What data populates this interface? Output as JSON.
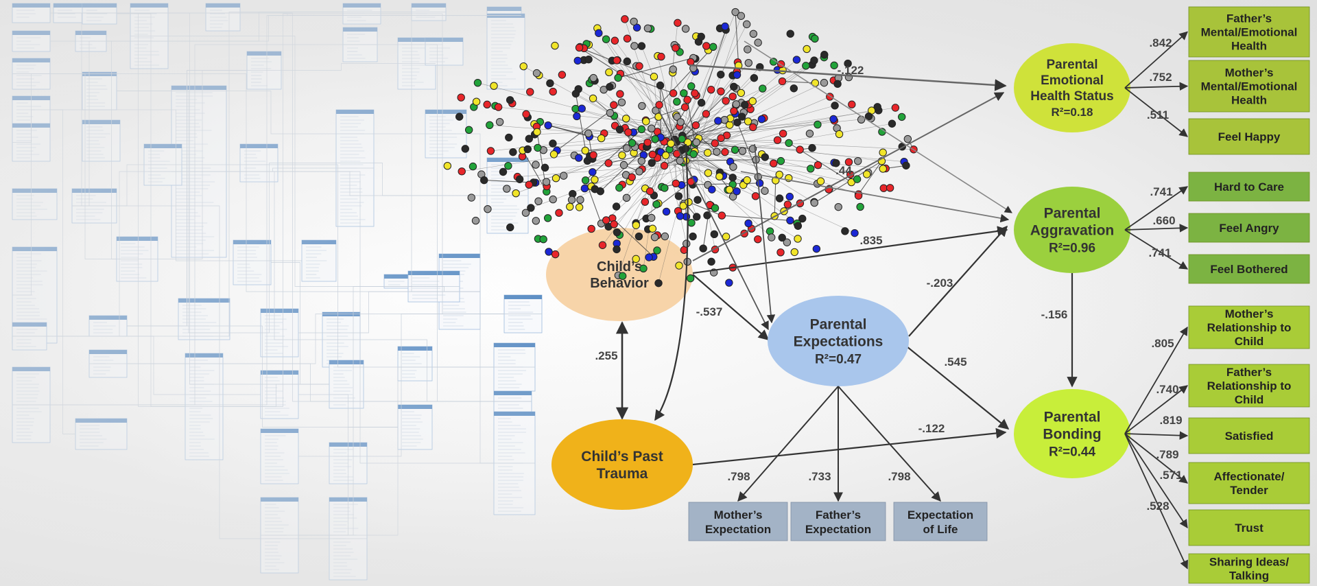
{
  "diagram": {
    "latent_constructs": [
      {
        "id": "emotional",
        "lines": [
          "Parental",
          "Emotional",
          "Health Status"
        ],
        "r2": "R²=0.18"
      },
      {
        "id": "aggravation",
        "lines": [
          "Parental",
          "Aggravation"
        ],
        "r2": "R²=0.96"
      },
      {
        "id": "bonding",
        "lines": [
          "Parental",
          "Bonding"
        ],
        "r2": "R²=0.44"
      },
      {
        "id": "expectations",
        "lines": [
          "Parental",
          "Expectations"
        ],
        "r2": "R²=0.47"
      },
      {
        "id": "behavior",
        "lines": [
          "Child’s",
          "Behavior"
        ],
        "r2": ""
      },
      {
        "id": "trauma",
        "lines": [
          "Child’s Past",
          "Trauma"
        ],
        "r2": ""
      }
    ],
    "indicators_right": [
      {
        "group": "emotional",
        "lines": [
          "Father’s",
          "Mental/Emotional",
          "Health"
        ],
        "loading": ".842"
      },
      {
        "group": "emotional",
        "lines": [
          "Mother’s",
          "Mental/Emotional",
          "Health"
        ],
        "loading": ".752"
      },
      {
        "group": "emotional",
        "lines": [
          "Feel Happy"
        ],
        "loading": ".511"
      },
      {
        "group": "aggravation",
        "lines": [
          "Hard to Care"
        ],
        "loading": ".741"
      },
      {
        "group": "aggravation",
        "lines": [
          "Feel Angry"
        ],
        "loading": ".660"
      },
      {
        "group": "aggravation",
        "lines": [
          "Feel Bothered"
        ],
        "loading": ".741"
      },
      {
        "group": "bonding",
        "lines": [
          "Mother’s",
          "Relationship to",
          "Child"
        ],
        "loading": ".805"
      },
      {
        "group": "bonding",
        "lines": [
          "Father’s",
          "Relationship to",
          "Child"
        ],
        "loading": ".740"
      },
      {
        "group": "bonding",
        "lines": [
          "Satisfied"
        ],
        "loading": ".819"
      },
      {
        "group": "bonding",
        "lines": [
          "Affectionate/",
          "Tender"
        ],
        "loading": ".789"
      },
      {
        "group": "bonding",
        "lines": [
          "Trust"
        ],
        "loading": ".571"
      },
      {
        "group": "bonding",
        "lines": [
          "Sharing Ideas/",
          "Talking"
        ],
        "loading": ".528"
      }
    ],
    "indicators_bottom": [
      {
        "lines": [
          "Mother’s",
          "Expectation"
        ],
        "loading": ".798"
      },
      {
        "lines": [
          "Father’s",
          "Expectation"
        ],
        "loading": ".733"
      },
      {
        "lines": [
          "Expectation",
          "of Life"
        ],
        "loading": ".798"
      }
    ],
    "path_coefficients": {
      "behavior_to_emotional": "-.122",
      "behavior_to_aggravation": ".835",
      "behavior_to_expectations": "-.537",
      "behavior_trauma_corr": ".255",
      "expectations_to_aggravation": "-.203",
      "expectations_to_bonding": ".545",
      "aggravation_to_bonding": "-.156",
      "trauma_to_bonding": "-.122",
      "network_to_aggravation": ".44"
    },
    "colors": {
      "emotional_fill": "#cfe23a",
      "aggravation_fill": "#9bd03e",
      "bonding_fill": "#c8ee3a",
      "expectations_fill": "#a9c6ec",
      "behavior_fill": "#f6cc9a",
      "trauma_fill": "#f0b21a",
      "indicator_emotional": "#a8c33a",
      "indicator_aggravation": "#7cb342",
      "indicator_bonding": "#a9cc37",
      "indicator_bottom": "#a3b3c6",
      "network_nodes": [
        "#e8262a",
        "#22a33a",
        "#1b28d6",
        "#f1e52a",
        "#2a2a2a",
        "#9a9a9a"
      ]
    }
  }
}
